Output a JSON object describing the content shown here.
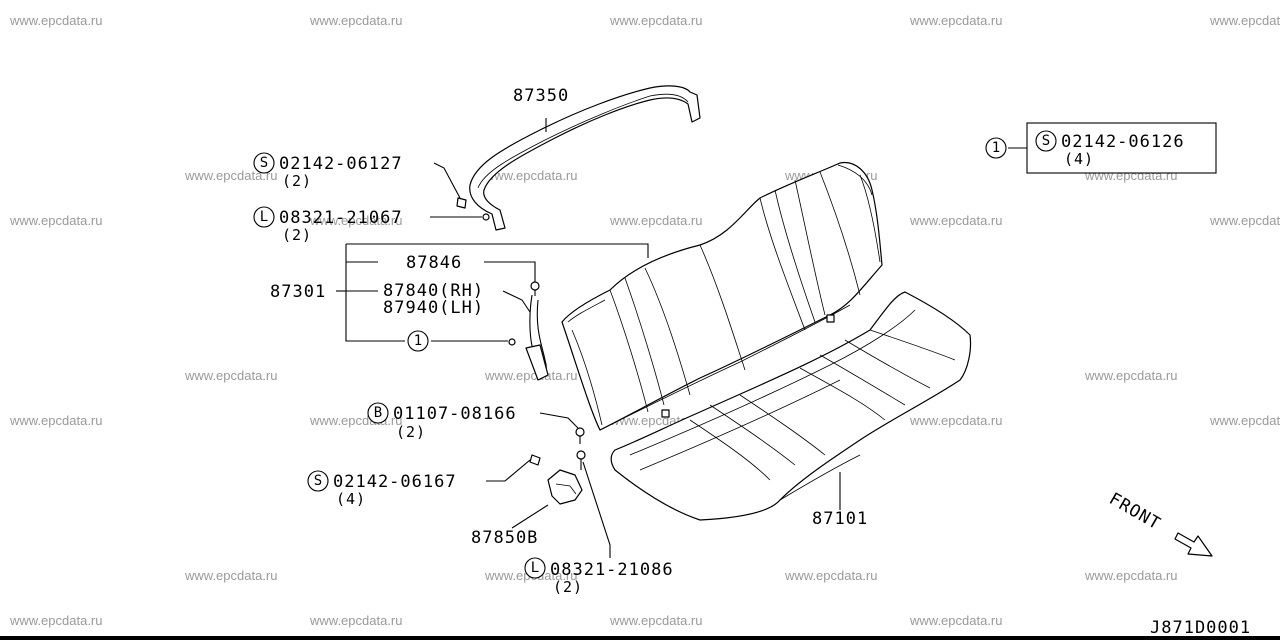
{
  "watermark": "www.epcdata.ru",
  "diagram_code": "J871D0001",
  "front_label": "FRONT",
  "parts": {
    "headrest_bar": "87350",
    "screw_top": {
      "prefix": "S",
      "code": "02142-06127",
      "qty": "(2)"
    },
    "bolt_top": {
      "prefix": "L",
      "code": "08321-21067",
      "qty": "(2)"
    },
    "belt_assy": "87301",
    "belt_cover": "87846",
    "belt_rh": "87840(RH)",
    "belt_lh": "87940(LH)",
    "ref_1_left": "1",
    "bolt_b": {
      "prefix": "B",
      "code": "01107-08166",
      "qty": "(2)"
    },
    "screw_mid": {
      "prefix": "S",
      "code": "02142-06167",
      "qty": "(4)"
    },
    "bracket": "87850B",
    "bolt_bottom": {
      "prefix": "L",
      "code": "08321-21086",
      "qty": "(2)"
    },
    "cushion": "87101",
    "ref_box": {
      "ref": "1",
      "prefix": "S",
      "code": "02142-06126",
      "qty": "(4)"
    }
  }
}
